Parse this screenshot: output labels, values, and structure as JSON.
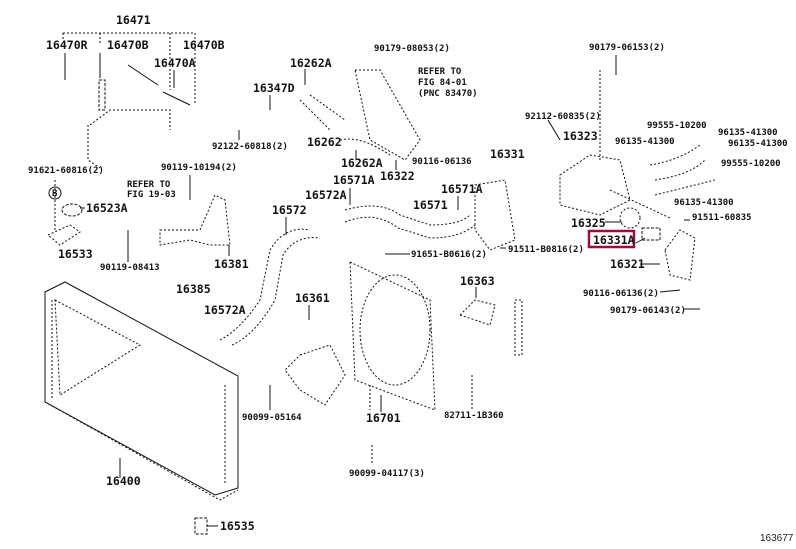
{
  "diagram": {
    "figure_number": "163677",
    "highlight_color": "#9b0d3a",
    "highlighted_part": "16331A",
    "labels": {
      "p16471": "16471",
      "p16470R": "16470R",
      "p16470B_1": "16470B",
      "p16470B_2": "16470B",
      "p16470A": "16470A",
      "p16262A_1": "16262A",
      "p16347D": "16347D",
      "p92122": "92122-60818(2)",
      "p16262": "16262",
      "p16262A_2": "16262A",
      "p16322": "16322",
      "p90179_08053": "90179-08053(2)",
      "refer_84_1": "REFER TO",
      "refer_84_2": "FIG 84-01",
      "refer_84_3": "(PNC 83470)",
      "p90116_06136": "90116-06136",
      "p90179_06153": "90179-06153(2)",
      "p92112": "92112-60835(2)",
      "p16323": "16323",
      "p99555_a": "99555-10200",
      "p96135_a": "96135-41300",
      "p96135_b": "96135-41300",
      "p96135_c": "96135-41300",
      "p99555_b": "99555-10200",
      "p96135_d": "96135-41300",
      "p91511_60835": "91511-60835",
      "p16325": "16325",
      "p16331A": "16331A",
      "p16321": "16321",
      "p16331": "16331",
      "p16571A_1": "16571A",
      "p16571": "16571",
      "p91651": "91651-B0616(2)",
      "p91511_b0816": "91511-B0816(2)",
      "p91621": "91621-60816(2)",
      "circle_b": "B",
      "p16523A": "16523A",
      "p16533": "16533",
      "p90119_10194": "90119-10194(2)",
      "refer_19_1": "REFER TO",
      "refer_19_2": "FIG 19-03",
      "p90119_08413": "90119-08413",
      "p16381": "16381",
      "p16571A_2": "16571A",
      "p16572A_1": "16572A",
      "p16572": "16572",
      "p16385": "16385",
      "p16572A_2": "16572A",
      "p16361": "16361",
      "p90099_05164": "90099-05164",
      "p16701": "16701",
      "p90099_04117": "90099-04117(3)",
      "p16400": "16400",
      "p16535": "16535",
      "p16363": "16363",
      "p82711": "82711-1B360",
      "p90116_06136_2": "90116-06136(2)",
      "p90179_06143": "90179-06143(2)"
    }
  }
}
